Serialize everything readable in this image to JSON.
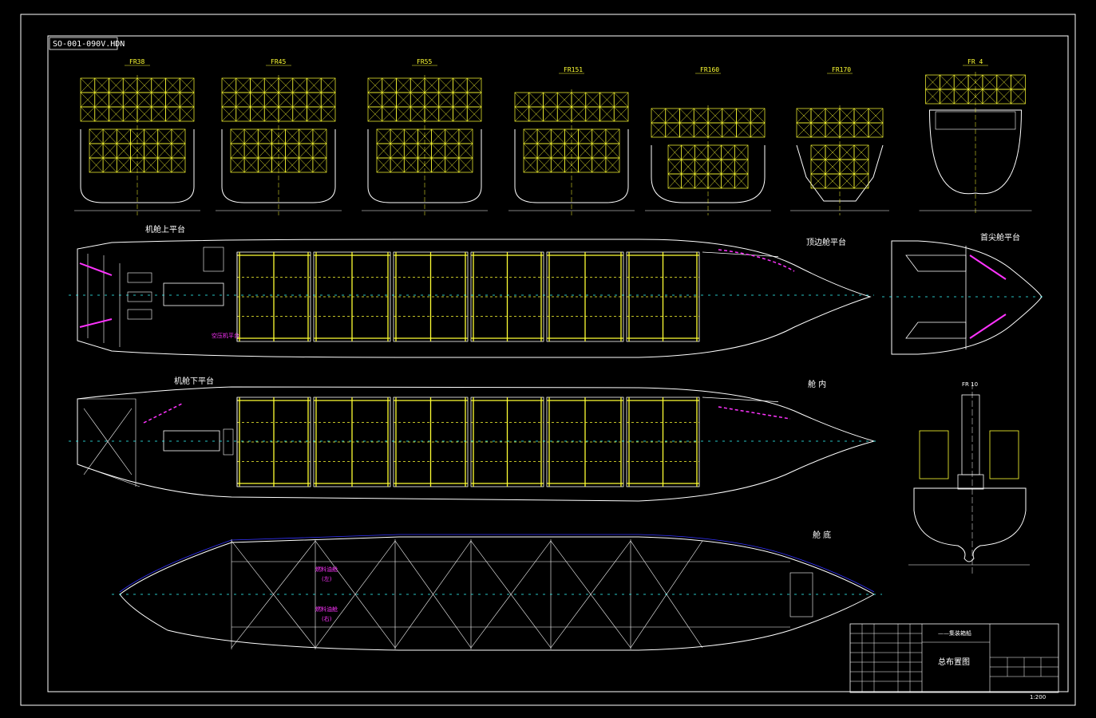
{
  "drawing": {
    "code": "SO-001-090V.HDN",
    "background": "#000000",
    "colors": {
      "hull": "#ffffff",
      "container": "#ffff33",
      "label": "#ff33ff",
      "centerline": "#33ffff",
      "outline": "#3333ff"
    }
  },
  "sections": [
    {
      "label": "FR38"
    },
    {
      "label": "FR45"
    },
    {
      "label": "FR55"
    },
    {
      "label": "FR151"
    },
    {
      "label": "FR160"
    },
    {
      "label": "FR170"
    },
    {
      "label": "FR 4"
    }
  ],
  "plan_titles": {
    "upper_platform": "机舱上平台",
    "topside_deck": "顶边舱平台",
    "fore_peak_platform": "首尖舱平台",
    "lower_platform": "机舱下平台",
    "hold": "舱  内",
    "bottom": "舱  底",
    "side_section": "FR 10"
  },
  "labels": {
    "fuel_tank_port": "燃料油舱",
    "fuel_tank_port_sub": "(左)",
    "fuel_tank_stbd": "燃料油舱",
    "fuel_tank_stbd_sub": "(右)",
    "air_compressor": "空压机平台"
  },
  "title_block": {
    "drawing_name": "总布置图",
    "subtitle": "——集装箱船",
    "scale_note": "1:200"
  }
}
